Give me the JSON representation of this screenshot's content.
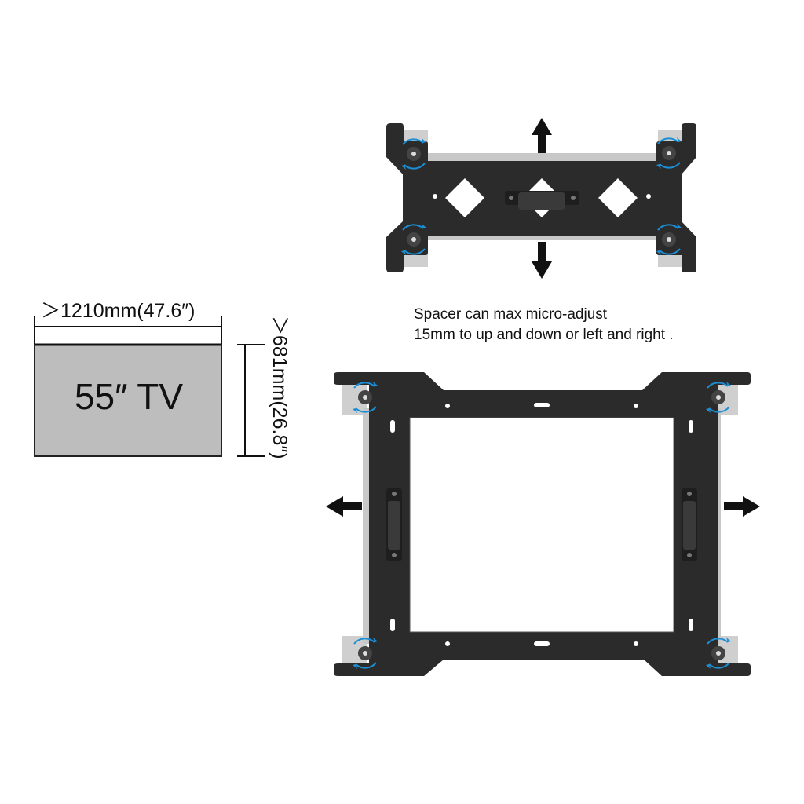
{
  "tv": {
    "name": "55″ TV",
    "width_label": "＞1210mm(47.6″)",
    "height_label": "＞681mm(26.8″)"
  },
  "note": {
    "line1": "Spacer can max micro-adjust",
    "line2": "15mm to up and down or left and right ."
  },
  "colors": {
    "bracket": "#2b2b2b",
    "rail": "#c8c8c8",
    "tv_fill": "#bdbdbd",
    "adjust_arrow": "#1b8fd6",
    "arrow": "#111111"
  }
}
